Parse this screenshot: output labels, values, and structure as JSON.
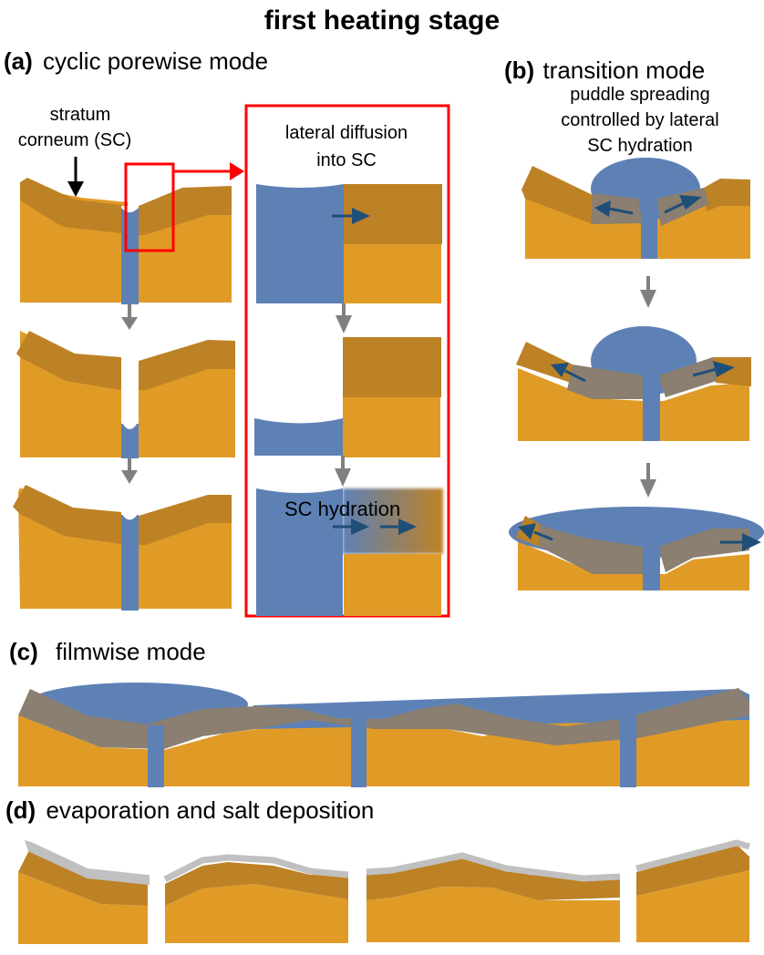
{
  "title": "first heating stage",
  "colors": {
    "tissue": "#e09b27",
    "stratum_corneum": "#bd8225",
    "hydrated_sc": "#8a7f70",
    "water": "#5e81b5",
    "arrow_dark": "#1f4e79",
    "arrow_gray": "#808080",
    "highlight_red": "#ff0000",
    "salt": "#c0c0c0"
  },
  "panels": {
    "a": {
      "letter": "(a)",
      "label": "cyclic porewise mode",
      "annotation_line1": "stratum",
      "annotation_line2": "corneum (SC)",
      "inset": {
        "title_line1": "lateral diffusion",
        "title_line2": "into SC",
        "hydration_label": "SC hydration"
      }
    },
    "b": {
      "letter": "(b)",
      "label": "transition mode",
      "caption_line1": "puddle spreading",
      "caption_line2": "controlled by lateral",
      "caption_line3": "SC hydration"
    },
    "c": {
      "letter": "(c)",
      "label": "filmwise mode"
    },
    "d": {
      "letter": "(d)",
      "label": "evaporation and salt deposition"
    }
  }
}
